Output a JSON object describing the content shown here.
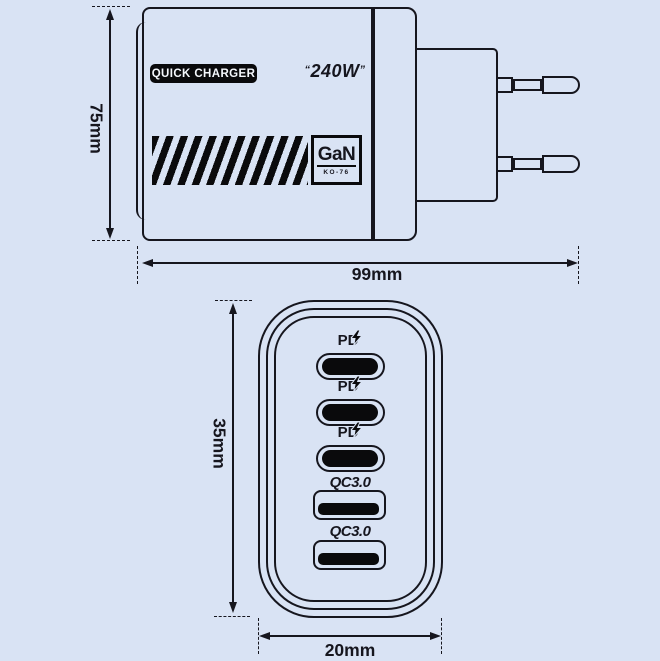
{
  "colors": {
    "background": "#d9e3f4",
    "line": "#16161e",
    "fill": "#0a0a0c",
    "badge_text": "#f4f7fc"
  },
  "side_view": {
    "badge_label": "QUICK CHARGER",
    "wattage": {
      "quote_open": "“",
      "value": "240W",
      "quote_close": "”"
    },
    "gan_box": {
      "title": "GaN",
      "model": "KO-76"
    },
    "dims": {
      "height": "75mm",
      "width": "99mm"
    }
  },
  "front_view": {
    "usb_c_ports": [
      {
        "label": "PD",
        "icon": "lightning-bolt"
      },
      {
        "label": "PD",
        "icon": "lightning-bolt"
      },
      {
        "label": "PD",
        "icon": "lightning-bolt"
      }
    ],
    "usb_a_ports": [
      {
        "label": "QC3.0"
      },
      {
        "label": "QC3.0"
      }
    ],
    "dims": {
      "height": "35mm",
      "width": "20mm"
    }
  }
}
